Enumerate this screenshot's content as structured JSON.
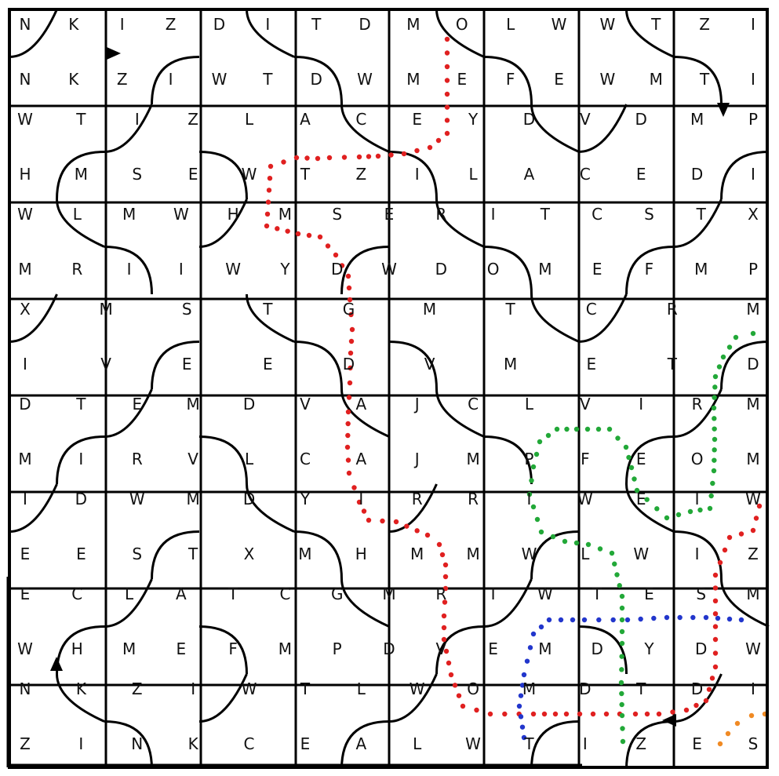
{
  "puzzle": {
    "grid": {
      "rows": 8,
      "cols": 8
    },
    "colors": {
      "track": "#000000",
      "path_red": "#e02020",
      "path_green": "#22a838",
      "path_blue": "#2236cc",
      "path_orange": "#f08a24"
    },
    "tiles": [
      [
        "NW",
        "SE",
        "NE",
        "SW",
        "NE",
        "SW",
        "NE",
        "SW"
      ],
      [
        "SE",
        "NW",
        "SW",
        "NE",
        "SW",
        "NE",
        "NW",
        "SE"
      ],
      [
        "NE",
        "SW",
        "NW",
        "SE",
        "NE",
        "SW",
        "SE",
        "NW"
      ],
      [
        "NW",
        "SE",
        "NE",
        "SW",
        "SW",
        "NE",
        "NW",
        "SE"
      ],
      [
        "SE",
        "NW",
        "SW",
        "NE",
        "NE",
        "SW",
        "SE",
        "NW"
      ],
      [
        "NW",
        "SE",
        "NE",
        "SW",
        "NW",
        "SE",
        "NE",
        "SW"
      ],
      [
        "SE",
        "NW",
        "SW",
        "NE",
        "SE",
        "NW",
        "SW",
        "NE"
      ],
      [
        "NE",
        "SW",
        "NW",
        "SE",
        "NW",
        "SE",
        "SE",
        "NW"
      ]
    ],
    "tile_letters": [
      [
        "N",
        "K",
        "I",
        "Z",
        "D",
        "I",
        "T",
        "D",
        "M",
        "O",
        "L",
        "W",
        "W",
        "T",
        "Z",
        "I",
        "N",
        "K",
        "Z",
        "I",
        "W",
        "T",
        "D",
        "W",
        "M",
        "E",
        "F",
        "E",
        "W",
        "M",
        "T",
        "I"
      ],
      [
        "W",
        "T",
        "I",
        "Z",
        "L",
        "A",
        "C",
        "E",
        "Y",
        "D",
        "V",
        "D",
        "M",
        "P",
        "H",
        "M",
        "S",
        "E",
        "W",
        "T",
        "Z",
        "I",
        "L",
        "A",
        "C",
        "E",
        "D",
        "I"
      ],
      [
        "W",
        "L",
        "M",
        "W",
        "H",
        "M",
        "S",
        "E",
        "R",
        "I",
        "T",
        "C",
        "S",
        "T",
        "X",
        "M",
        "R",
        "I",
        "I",
        "W",
        "Y",
        "D",
        "W",
        "D",
        "O",
        "M",
        "E",
        "F",
        "M",
        "P"
      ],
      [
        "X",
        "M",
        "S",
        "T",
        "G",
        "M",
        "T",
        "C",
        "R",
        "M",
        "I",
        "V",
        "E",
        "E",
        "D",
        "V",
        "M",
        "E",
        "T",
        "D"
      ],
      [
        "D",
        "T",
        "E",
        "M",
        "D",
        "V",
        "A",
        "J",
        "C",
        "L",
        "V",
        "I",
        "R",
        "M",
        "M",
        "I",
        "R",
        "V",
        "L",
        "C",
        "A",
        "J",
        "M",
        "P",
        "F",
        "E",
        "O",
        "M"
      ],
      [
        "I",
        "D",
        "W",
        "M",
        "D",
        "Y",
        "I",
        "R",
        "R",
        "I",
        "W",
        "E",
        "I",
        "W",
        "E",
        "E",
        "S",
        "T",
        "X",
        "M",
        "H",
        "M",
        "M",
        "W",
        "L",
        "W",
        "I",
        "Z"
      ],
      [
        "E",
        "C",
        "L",
        "A",
        "T",
        "C",
        "G",
        "M",
        "R",
        "I",
        "W",
        "T",
        "E",
        "S",
        "M",
        "W",
        "H",
        "M",
        "E",
        "F",
        "M",
        "P",
        "D",
        "V",
        "E",
        "M",
        "D",
        "Y",
        "D",
        "W"
      ],
      [
        "N",
        "K",
        "Z",
        "I",
        "W",
        "T",
        "L",
        "W",
        "O",
        "M",
        "D",
        "T",
        "D",
        "I",
        "Z",
        "I",
        "N",
        "K",
        "C",
        "E",
        "A",
        "L",
        "W",
        "T",
        "I",
        "Z",
        "E",
        "S"
      ]
    ],
    "arrows": [
      {
        "tile": [
          0,
          1
        ],
        "direction": "right"
      },
      {
        "tile": [
          1,
          7
        ],
        "direction": "down"
      },
      {
        "tile": [
          7,
          0
        ],
        "direction": "up"
      },
      {
        "tile": [
          7,
          6
        ],
        "direction": "left"
      }
    ]
  }
}
